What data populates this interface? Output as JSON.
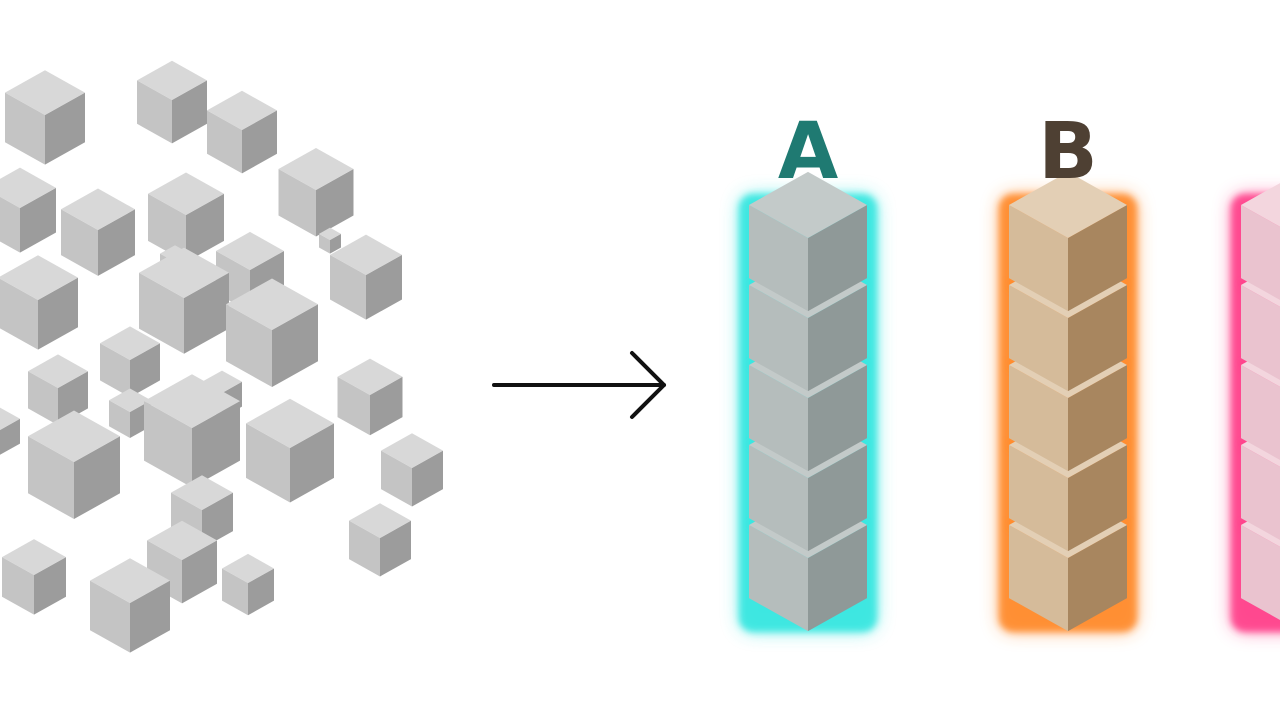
{
  "diagram": {
    "arrow_icon": "right-arrow-icon",
    "stacks": [
      {
        "label": "A",
        "label_color": "#1f7a72",
        "glow_color": "#35e6e0",
        "top": "#c3cac9",
        "left": "#b5bdbc",
        "right": "#8f9998",
        "count": 5
      },
      {
        "label": "B",
        "label_color": "#4e4033",
        "glow_color": "#ff8a2a",
        "top": "#e3cfb5",
        "left": "#d5bb9a",
        "right": "#a8865f",
        "count": 5
      },
      {
        "label": "",
        "label_color": "#333333",
        "glow_color": "#ff3f8a",
        "top": "#f3d6de",
        "left": "#eac3cf",
        "right": "#d9a3b4",
        "count": 5
      }
    ],
    "cube_colors": {
      "top": "#d8d8d8",
      "left": "#c4c4c4",
      "right": "#9c9c9c"
    }
  }
}
